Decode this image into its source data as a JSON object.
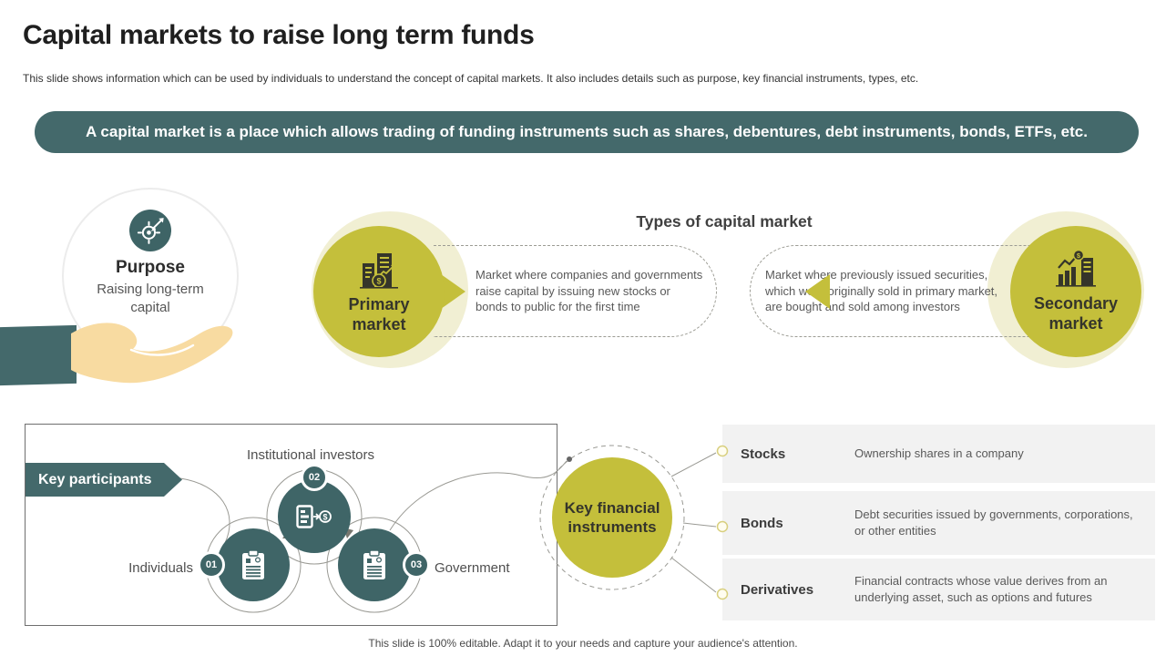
{
  "slide": {
    "title": "Capital markets to raise long term funds",
    "subtitle": "This slide shows information which can be used by individuals to understand the concept of capital markets. It also includes details such as purpose, key financial instruments, types, etc.",
    "banner": "A capital market is a place which allows trading of funding instruments such as shares, debentures, debt instruments, bonds, ETFs, etc.",
    "footer": "This slide is 100% editable. Adapt it to your needs and capture your audience's attention."
  },
  "purpose": {
    "title": "Purpose",
    "description": "Raising long-term capital",
    "icon": "target-dart-icon",
    "hand_icon": "hand-icon"
  },
  "types": {
    "heading": "Types of capital market",
    "primary": {
      "label": "Primary market",
      "description": "Market where companies and governments raise capital by issuing new stocks or bonds to public for the first time",
      "icon": "buildings-dollar-icon"
    },
    "secondary": {
      "label": "Secondary market",
      "description": "Market where previously issued securities, which were originally sold in primary market, are bought and sold among investors",
      "icon": "growth-chart-dollar-icon"
    }
  },
  "participants": {
    "tag": "Key participants",
    "items": [
      {
        "number": "01",
        "label": "Individuals",
        "icon": "clipboard-icon"
      },
      {
        "number": "02",
        "label": "Institutional investors",
        "icon": "org-chart-dollar-icon"
      },
      {
        "number": "03",
        "label": "Government",
        "icon": "clipboard-icon"
      }
    ]
  },
  "instruments": {
    "label": "Key financial instruments",
    "rows": [
      {
        "term": "Stocks",
        "description": "Ownership shares in a company"
      },
      {
        "term": "Bonds",
        "description": "Debt securities issued by governments, corporations, or other entities"
      },
      {
        "term": "Derivatives",
        "description": "Financial contracts whose value derives from an underlying asset, such as options and futures"
      }
    ]
  },
  "icons": {
    "dollar_sign": "$"
  },
  "colors": {
    "teal": "#44696b",
    "olive": "#c4bf3b",
    "halo": "#f1efd3",
    "hand": "#f8dba1",
    "row_bg": "#f2f2f2"
  }
}
